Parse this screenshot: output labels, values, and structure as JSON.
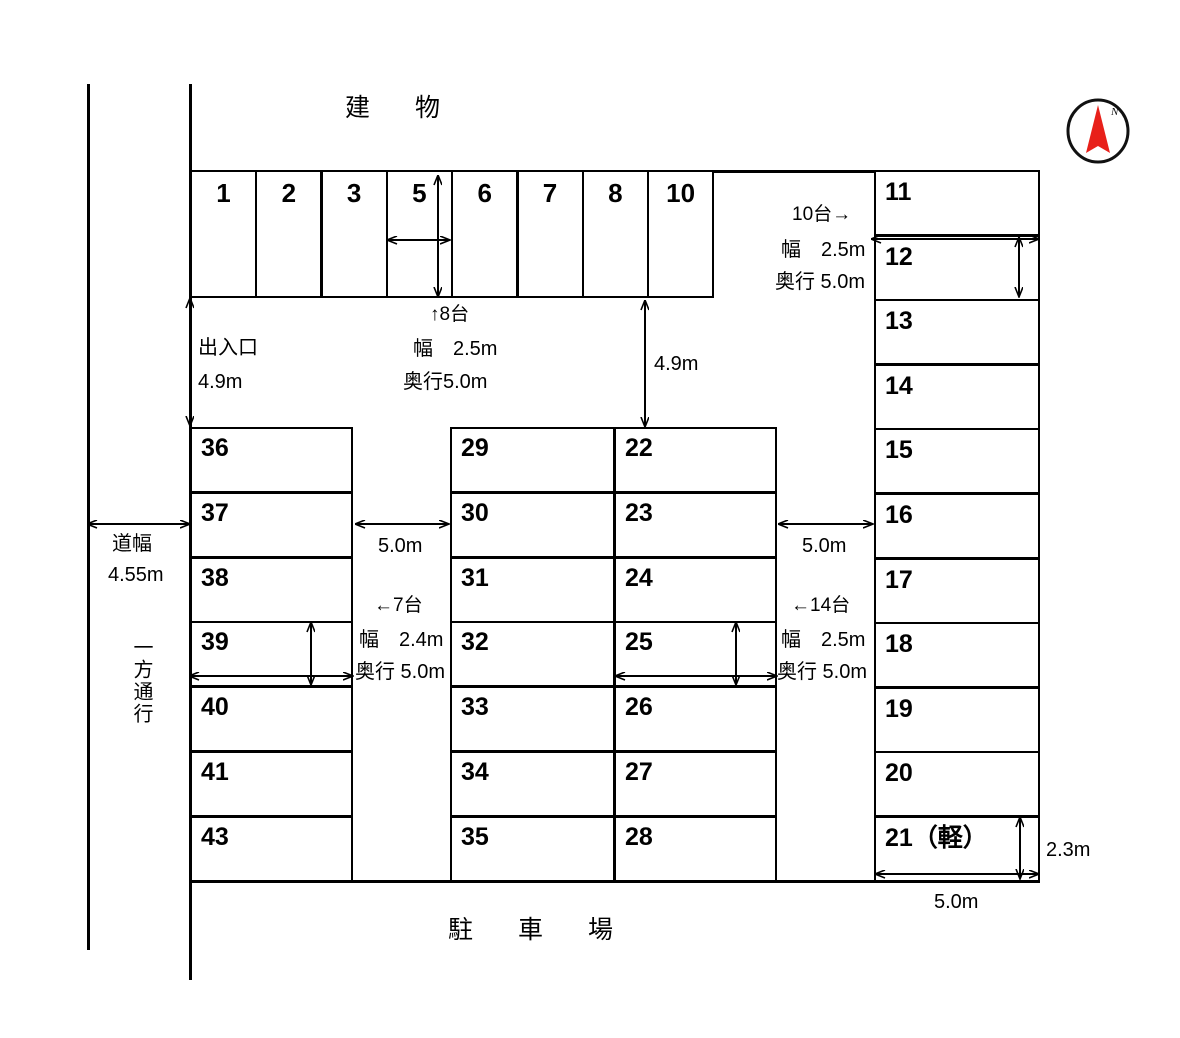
{
  "diagram": {
    "title_top": "建　物",
    "title_bottom": "駐　車　場",
    "compass_label": "N",
    "compass_color": "#e8201a"
  },
  "top_row": {
    "cells": [
      "1",
      "2",
      "3",
      "5",
      "6",
      "7",
      "8",
      "10"
    ],
    "note": {
      "count": "↑8台",
      "width": "幅　2.5m",
      "depth": "奥行5.0m"
    }
  },
  "right_column": {
    "cells": [
      "11",
      "12",
      "13",
      "14",
      "15",
      "16",
      "17",
      "18",
      "19",
      "20",
      "21（軽）"
    ],
    "note": {
      "count": "10台→",
      "width": "幅　2.5m",
      "depth": "奥行 5.0m"
    },
    "dim_bottom_height": "2.3m",
    "dim_bottom_width": "5.0m"
  },
  "left_block": {
    "cells": [
      "36",
      "37",
      "38",
      "39",
      "40",
      "41",
      "43"
    ],
    "note": {
      "count": "←7台",
      "width": "幅　2.4m",
      "depth": "奥行 5.0m"
    }
  },
  "middle_block": {
    "left_cells": [
      "29",
      "30",
      "31",
      "32",
      "33",
      "34",
      "35"
    ],
    "right_cells": [
      "22",
      "23",
      "24",
      "25",
      "26",
      "27",
      "28"
    ],
    "note": {
      "count": "←14台",
      "width": "幅　2.5m",
      "depth": "奥行 5.0m"
    }
  },
  "annotations": {
    "entrance_label": "出入口",
    "entrance_dim": "4.9m",
    "aisle_dim_right": "4.9m",
    "road_width_label": "道幅",
    "road_width_value": "4.55m",
    "one_way": "一方通行",
    "aisle_left_5m": "5.0m",
    "aisle_right_5m": "5.0m"
  }
}
